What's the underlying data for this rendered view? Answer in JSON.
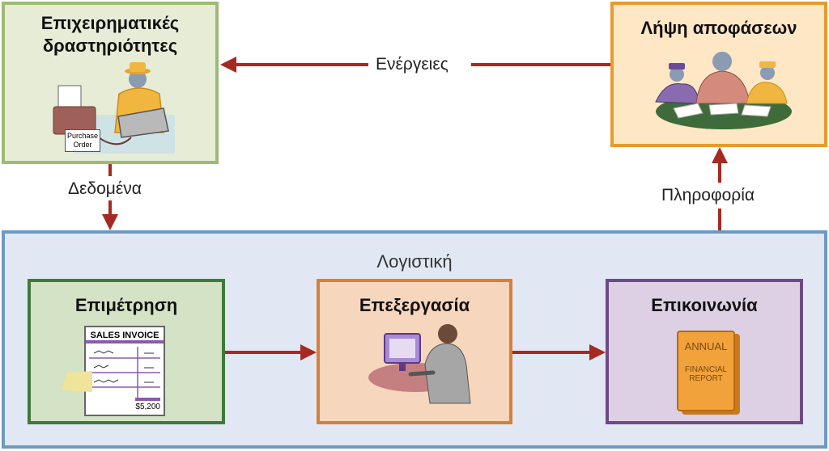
{
  "nodes": {
    "business_activities": {
      "title_line1": "Επιχειρηματικές",
      "title_line2": "δραστηριότητες",
      "doc_line1": "Purchase",
      "doc_line2": "Order"
    },
    "decision_making": {
      "title": "Λήψη αποφάσεων"
    },
    "accounting": {
      "title": "Λογιστική"
    },
    "measurement": {
      "title": "Επιμέτρηση",
      "doc_title": "SALES INVOICE",
      "doc_amount": "$5,200"
    },
    "processing": {
      "title": "Επεξεργασία"
    },
    "communication": {
      "title": "Επικοινωνία",
      "doc_line1": "ANNUAL",
      "doc_line2": "FINANCIAL",
      "doc_line3": "REPORT"
    }
  },
  "edges": {
    "actions": "Ενέργειες",
    "data": "Δεδομένα",
    "information": "Πληροφορία"
  },
  "colors": {
    "arrow": "#a52a22",
    "business_border": "#9cbb73",
    "business_fill": "#e7ecd7",
    "decision_border": "#e89a2c",
    "decision_fill": "#fde7c5",
    "accounting_border": "#6b9ac4",
    "accounting_fill": "#e2e8f3",
    "measurement_border": "#3f7a3a",
    "measurement_fill": "#d4e2c5",
    "processing_border": "#d6803a",
    "processing_fill": "#f6d6bd",
    "communication_border": "#6e4a86",
    "communication_fill": "#ddd0e4"
  }
}
